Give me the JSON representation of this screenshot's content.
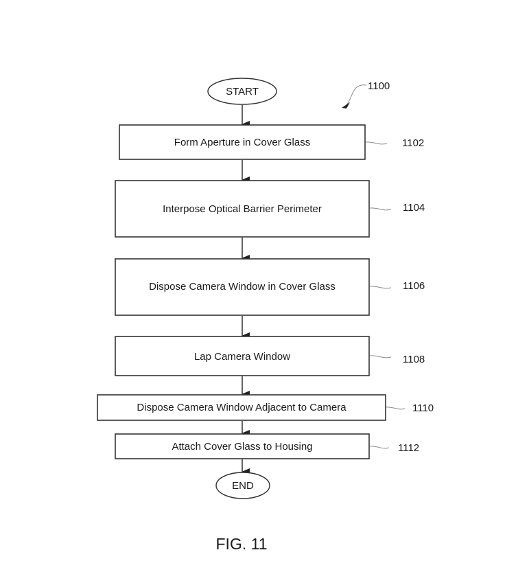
{
  "figure": {
    "reference": "1100",
    "caption": "FIG. 11"
  },
  "start": {
    "label": "START"
  },
  "end": {
    "label": "END"
  },
  "steps": [
    {
      "label": "Form Aperture in Cover Glass",
      "ref": "1102"
    },
    {
      "label": "Interpose Optical Barrier Perimeter",
      "ref": "1104"
    },
    {
      "label": "Dispose Camera Window in Cover Glass",
      "ref": "1106"
    },
    {
      "label": "Lap Camera Window",
      "ref": "1108"
    },
    {
      "label": "Dispose Camera Window Adjacent to Camera",
      "ref": "1110"
    },
    {
      "label": "Attach Cover Glass to Housing",
      "ref": "1112"
    }
  ]
}
